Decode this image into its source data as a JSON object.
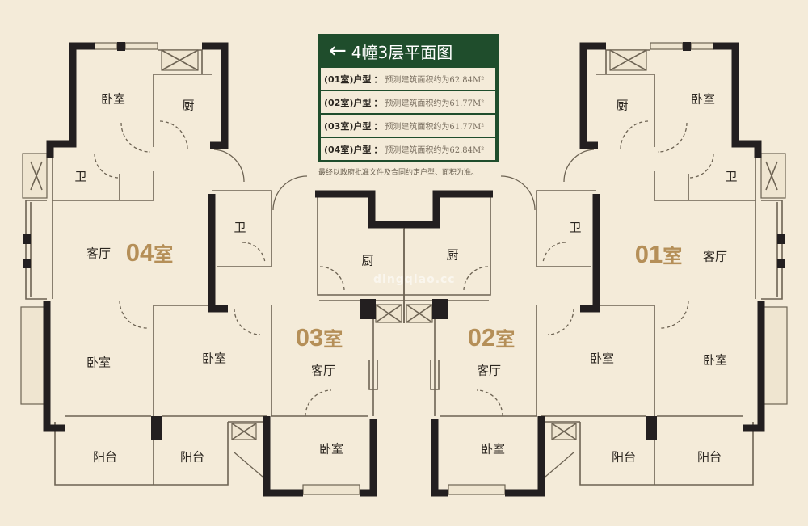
{
  "legend": {
    "title": "4幢3层平面图",
    "arrow_icon": "arrow-left-icon",
    "rows": [
      {
        "unit": "(01室)户型",
        "sep": "：",
        "desc": "预测建筑面积约为62.84M²"
      },
      {
        "unit": "(02室)户型",
        "sep": "：",
        "desc": "预测建筑面积约为61.77M²"
      },
      {
        "unit": "(03室)户型",
        "sep": "：",
        "desc": "预测建筑面积约为61.77M²"
      },
      {
        "unit": "(04室)户型",
        "sep": "：",
        "desc": "预测建筑面积约为62.84M²"
      }
    ],
    "note": "最终以政府批准文件及合同约定户型、面积为准。",
    "header_color": "#1f4d2c"
  },
  "units": [
    {
      "num": "04",
      "suffix": "室"
    },
    {
      "num": "03",
      "suffix": "室"
    },
    {
      "num": "02",
      "suffix": "室"
    },
    {
      "num": "01",
      "suffix": "室"
    }
  ],
  "unit_color": "#b58f58",
  "rooms": {
    "u04": [
      "卧室",
      "厨",
      "卫",
      "客厅",
      "卧室",
      "卧室",
      "阳台",
      "阳台"
    ],
    "u03": [
      "卫",
      "厨",
      "客厅",
      "卧室"
    ],
    "u02": [
      "厨",
      "客厅",
      "卧室",
      "卫"
    ],
    "u01": [
      "卧室",
      "厨",
      "卫",
      "客厅",
      "卧室",
      "卧室",
      "阳台",
      "阳台"
    ]
  },
  "watermark": "dingqiao.cc"
}
